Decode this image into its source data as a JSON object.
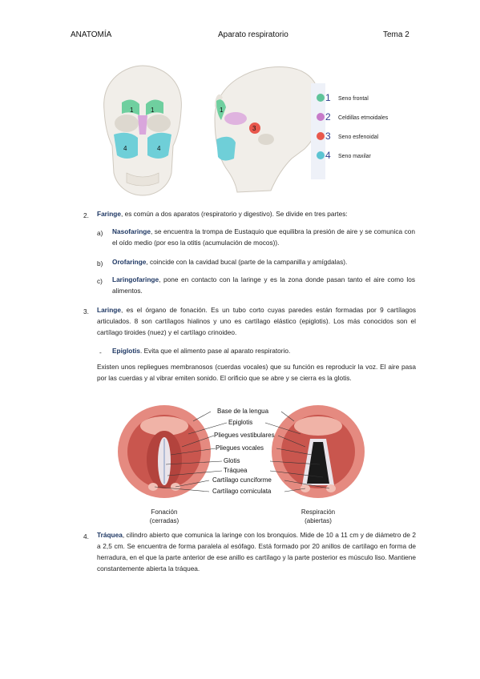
{
  "header": {
    "left": "ANATOMÍA",
    "center": "Aparato respiratorio",
    "right": "Tema 2"
  },
  "sinus_figure": {
    "legend": [
      {
        "num": "1",
        "label": "Seno frontal",
        "color": "#5fc49a"
      },
      {
        "num": "2",
        "label": "Celdillas etmoidales",
        "color": "#c77ac9"
      },
      {
        "num": "3",
        "label": "Seno esfenoidal",
        "color": "#e8574c"
      },
      {
        "num": "4",
        "label": "Seno maxilar",
        "color": "#5cc4d2"
      }
    ],
    "face_marks": {
      "frontal_left": "1",
      "frontal_right": "1",
      "maxillary_left": "4",
      "maxillary_right": "4"
    },
    "side_marks": {
      "frontal": "1",
      "sphenoid": "3"
    }
  },
  "item2": {
    "num": "2.",
    "term": "Faringe",
    "text": ", es común a dos aparatos (respiratorio y digestivo).  Se divide en tres partes:",
    "subs": [
      {
        "letter": "a)",
        "term": "Nasofaringe",
        "text": ", se encuentra la trompa de Eustaquio que equilibra la presión de aire y se comunica con el oído medio (por eso la otitis (acumulación de mocos))."
      },
      {
        "letter": "b)",
        "term": "Orofaringe",
        "text": ", coincide con la cavidad bucal (parte de la campanilla y amígdalas)."
      },
      {
        "letter": "c)",
        "term": "Laringofaringe",
        "text": ", pone en contacto con la laringe y es la zona donde pasan tanto el aire como los alimentos."
      }
    ]
  },
  "item3": {
    "num": "3.",
    "term": "Laringe",
    "text": ", es el órgano de fonación. Es un tubo corto cuyas paredes están formadas por 9 cartílagos articulados. 8 son cartílagos hialinos y uno es cartílago elástico (epiglotis). Los más conocidos son el cartílago tiroides (nuez) y el cartílago crinoideo.",
    "bullet": {
      "dash": "-",
      "term": "Epiglotis",
      "text": ". Evita que el alimento pase al aparato respiratorio."
    },
    "para": "Existen unos repliegues membranosos (cuerdas vocales) que su función es reproducir la voz. El aire pasa por las cuerdas y al vibrar emiten sonido. El orificio que se abre y se cierra es la glotis."
  },
  "larynx_figure": {
    "labels": [
      "Base de la lengua",
      "Epiglotis",
      "Pliegues vestibulares",
      "Pliegues vocales",
      "Glotis",
      "Tráquea",
      "Cartílago cunciforme",
      "Cartílago corniculata"
    ],
    "left_caption": [
      "Fonación",
      "(cerradas)"
    ],
    "right_caption": [
      "Respiración",
      "(abiertas)"
    ]
  },
  "item4": {
    "num": "4.",
    "term": "Tráquea",
    "text": ", cilindro abierto que comunica la laringe con los bronquios. Mide de 10 a 11 cm y de diámetro de 2 a 2,5 cm. Se encuentra de forma paralela al esófago. Está formado por 20 anillos de cartílago en forma de herradura, en el que la parte anterior de ese anillo es cartílago y la parte posterior es músculo liso. Mantiene constantemente abierta la tráquea."
  }
}
